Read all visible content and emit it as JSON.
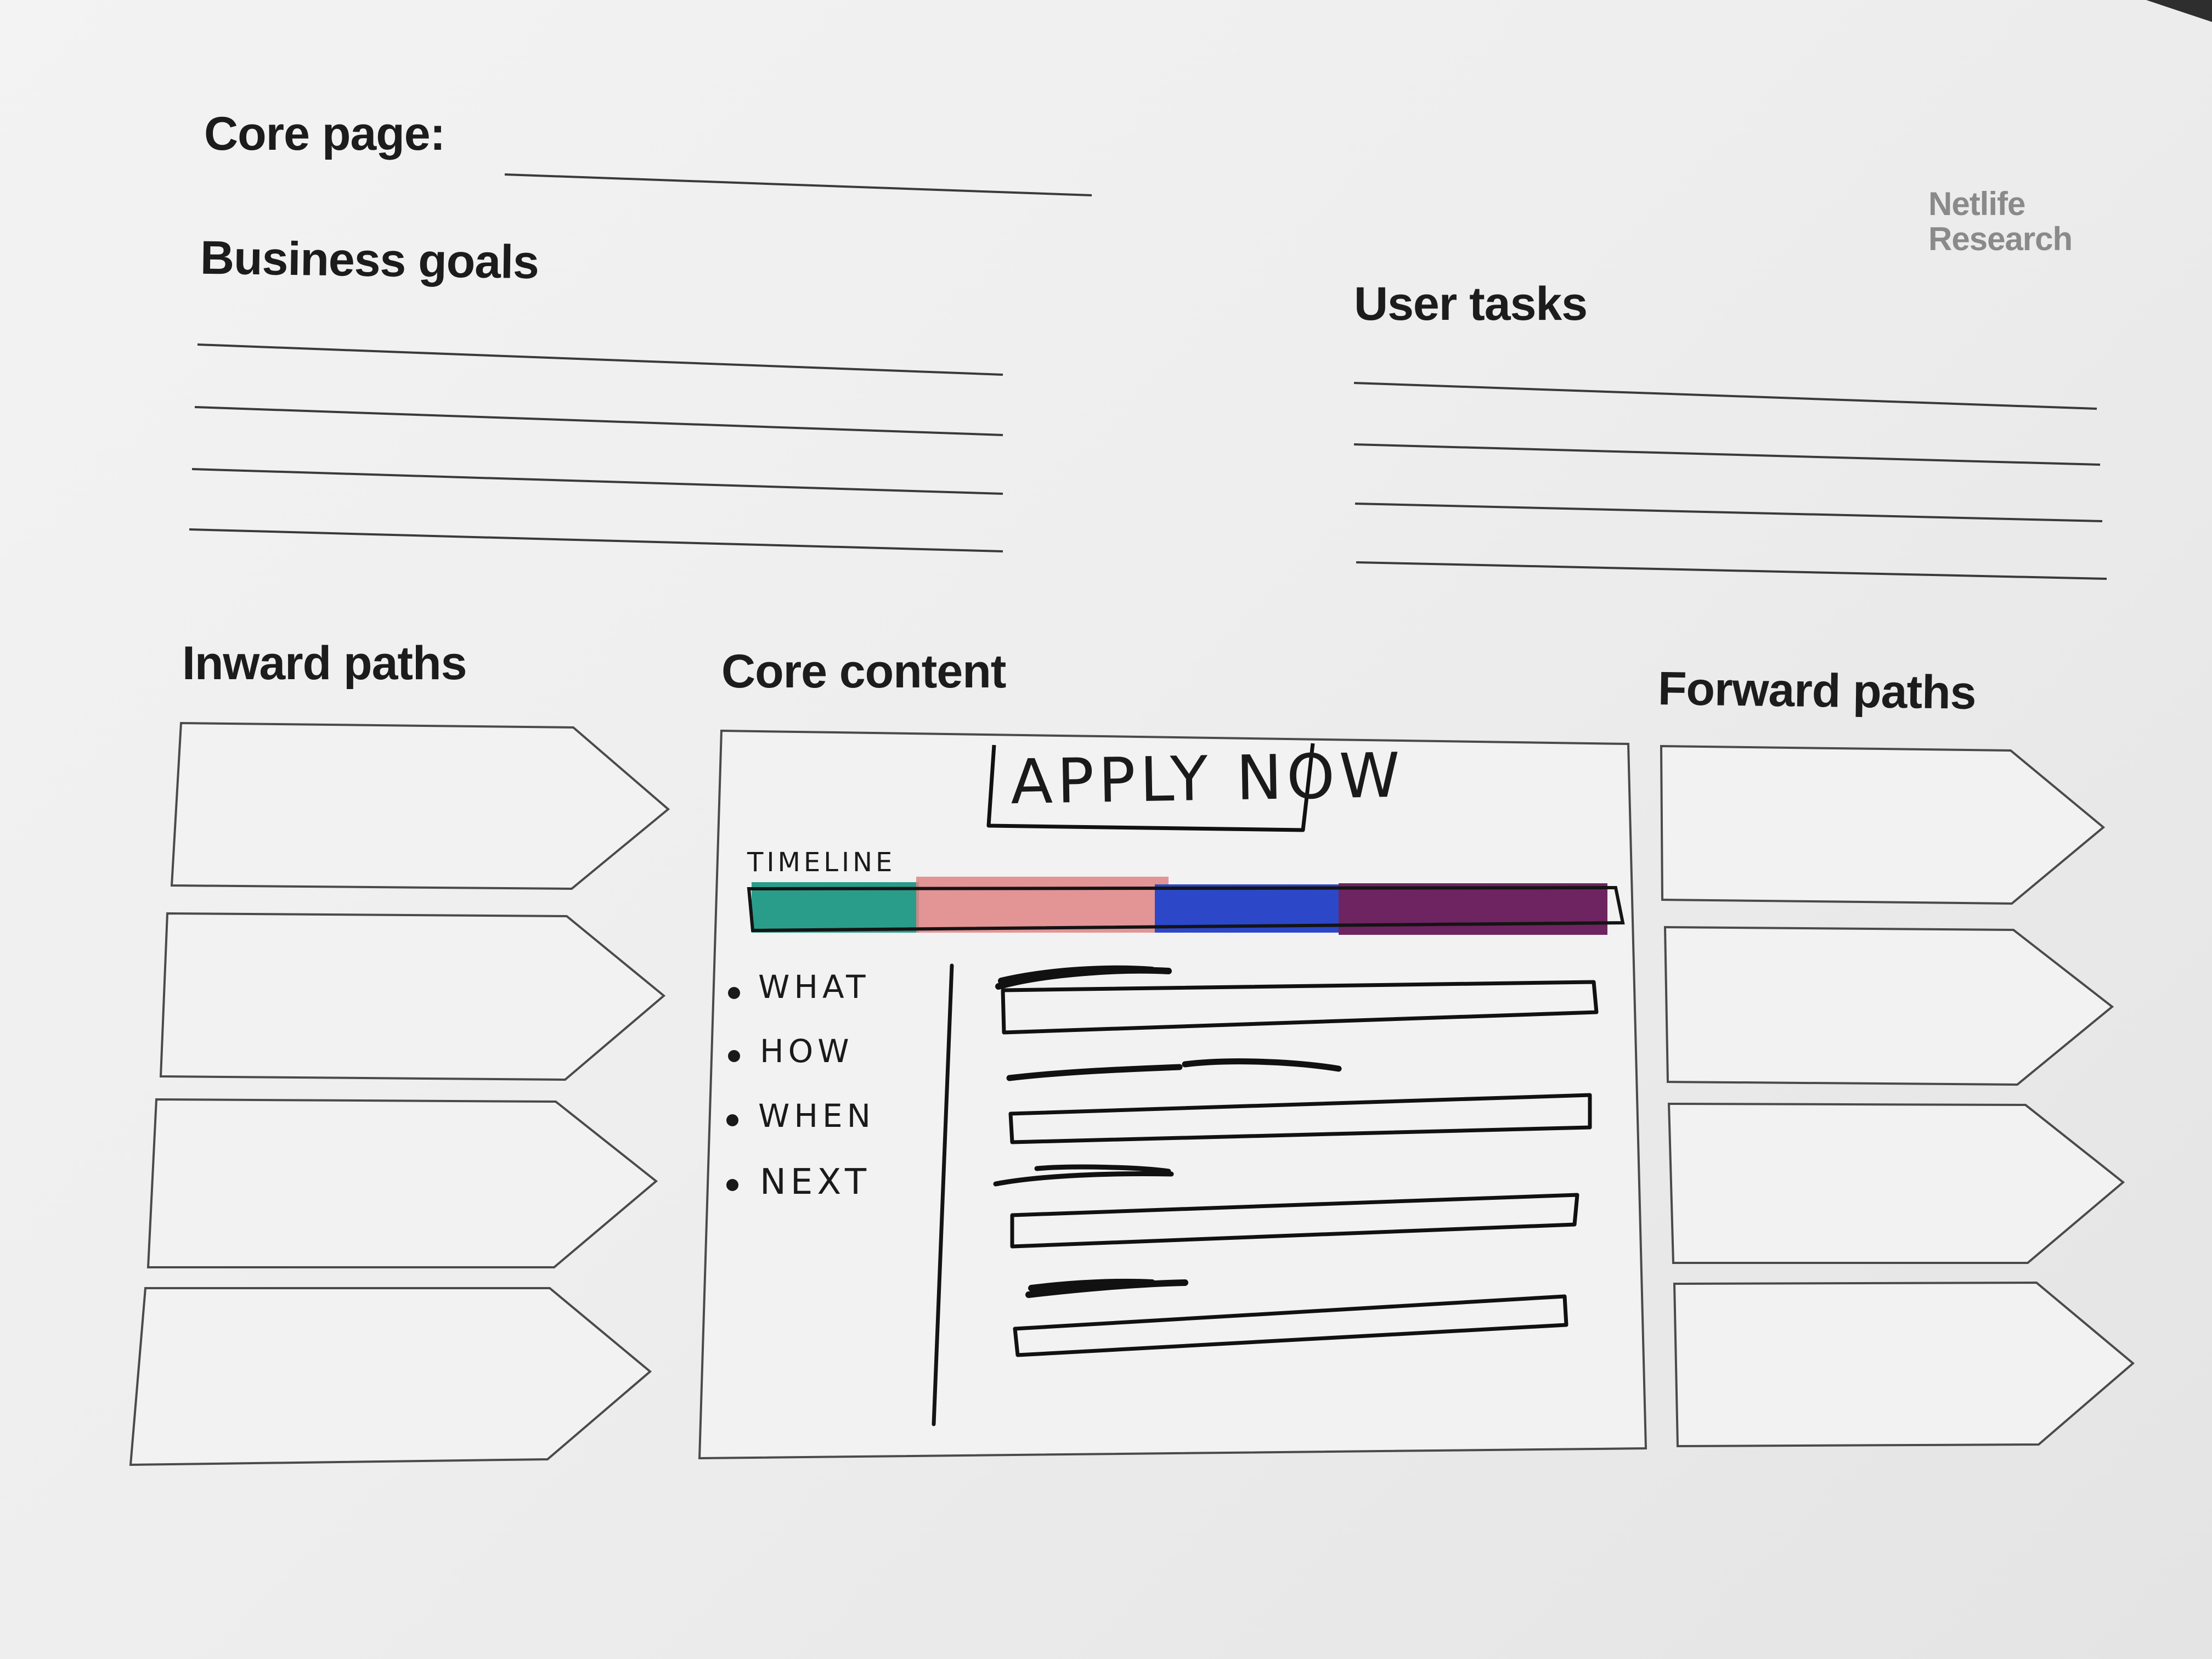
{
  "worksheet": {
    "core_page_label": "Core page:",
    "business_goals_label": "Business goals",
    "user_tasks_label": "User tasks",
    "inward_paths_label": "Inward paths",
    "core_content_label": "Core content",
    "forward_paths_label": "Forward paths",
    "brand": {
      "line1": "Netlife",
      "line2": "Research"
    }
  },
  "sketch": {
    "apply_button": "APPLY NOW",
    "timeline_label": "TIMELINE",
    "timeline_colors": [
      "#2a9d8a",
      "#e08585",
      "#2c47c8",
      "#6e2460"
    ],
    "nav_items": [
      "WHAT",
      "HOW",
      "WHEN",
      "NEXT"
    ]
  }
}
